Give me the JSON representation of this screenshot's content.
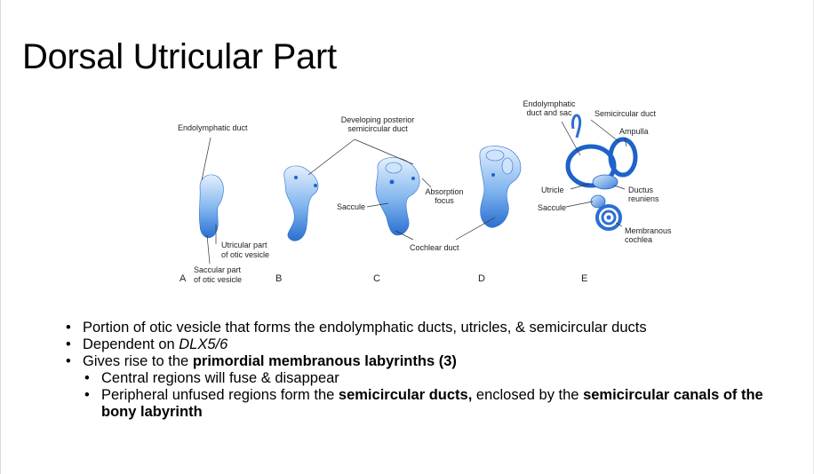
{
  "slide": {
    "title": "Dorsal Utricular Part"
  },
  "figure": {
    "labels": {
      "endolymphatic_duct": "Endolymphatic duct",
      "utricular_part_1": "Utricular part",
      "utricular_part_2": "of otic vesicle",
      "saccular_part_1": "Saccular part",
      "saccular_part_2": "of otic vesicle",
      "dev_post_1": "Developing posterior",
      "dev_post_2": "semicircular duct",
      "saccule_c": "Saccule",
      "absorption_1": "Absorption",
      "absorption_2": "focus",
      "cochlear_duct": "Cochlear duct",
      "endo_sac_1": "Endolymphatic",
      "endo_sac_2": "duct and sac",
      "semicircular_duct": "Semicircular duct",
      "ampulla": "Ampulla",
      "utricle": "Utricle",
      "saccule_e": "Saccule",
      "ductus_1": "Ductus",
      "ductus_2": "reuniens",
      "membranous_1": "Membranous",
      "membranous_2": "cochlea"
    },
    "panel_letters": [
      "A",
      "B",
      "C",
      "D",
      "E"
    ]
  },
  "bullets": {
    "b1": "Portion of otic vesicle that forms the endolymphatic ducts, utricles, & semicircular ducts",
    "b2_prefix": "Dependent on ",
    "b2_gene": "DLX5/6",
    "b3_prefix": "Gives rise to the ",
    "b3_bold": "primordial membranous labyrinths (3)",
    "sub1": "Central regions will fuse & disappear",
    "sub2_prefix": "Peripheral unfused regions form the ",
    "sub2_bold1": "semicircular ducts,",
    "sub2_mid": " enclosed by the ",
    "sub2_bold2": "semicircular canals of the bony labyrinth"
  },
  "colors": {
    "structure_light": "#d6e8fb",
    "structure_mid": "#6aaaf0",
    "structure_dark": "#1d63c9",
    "leader_line": "#333333"
  },
  "icons": {
    "bullet": "bullet-dot"
  }
}
